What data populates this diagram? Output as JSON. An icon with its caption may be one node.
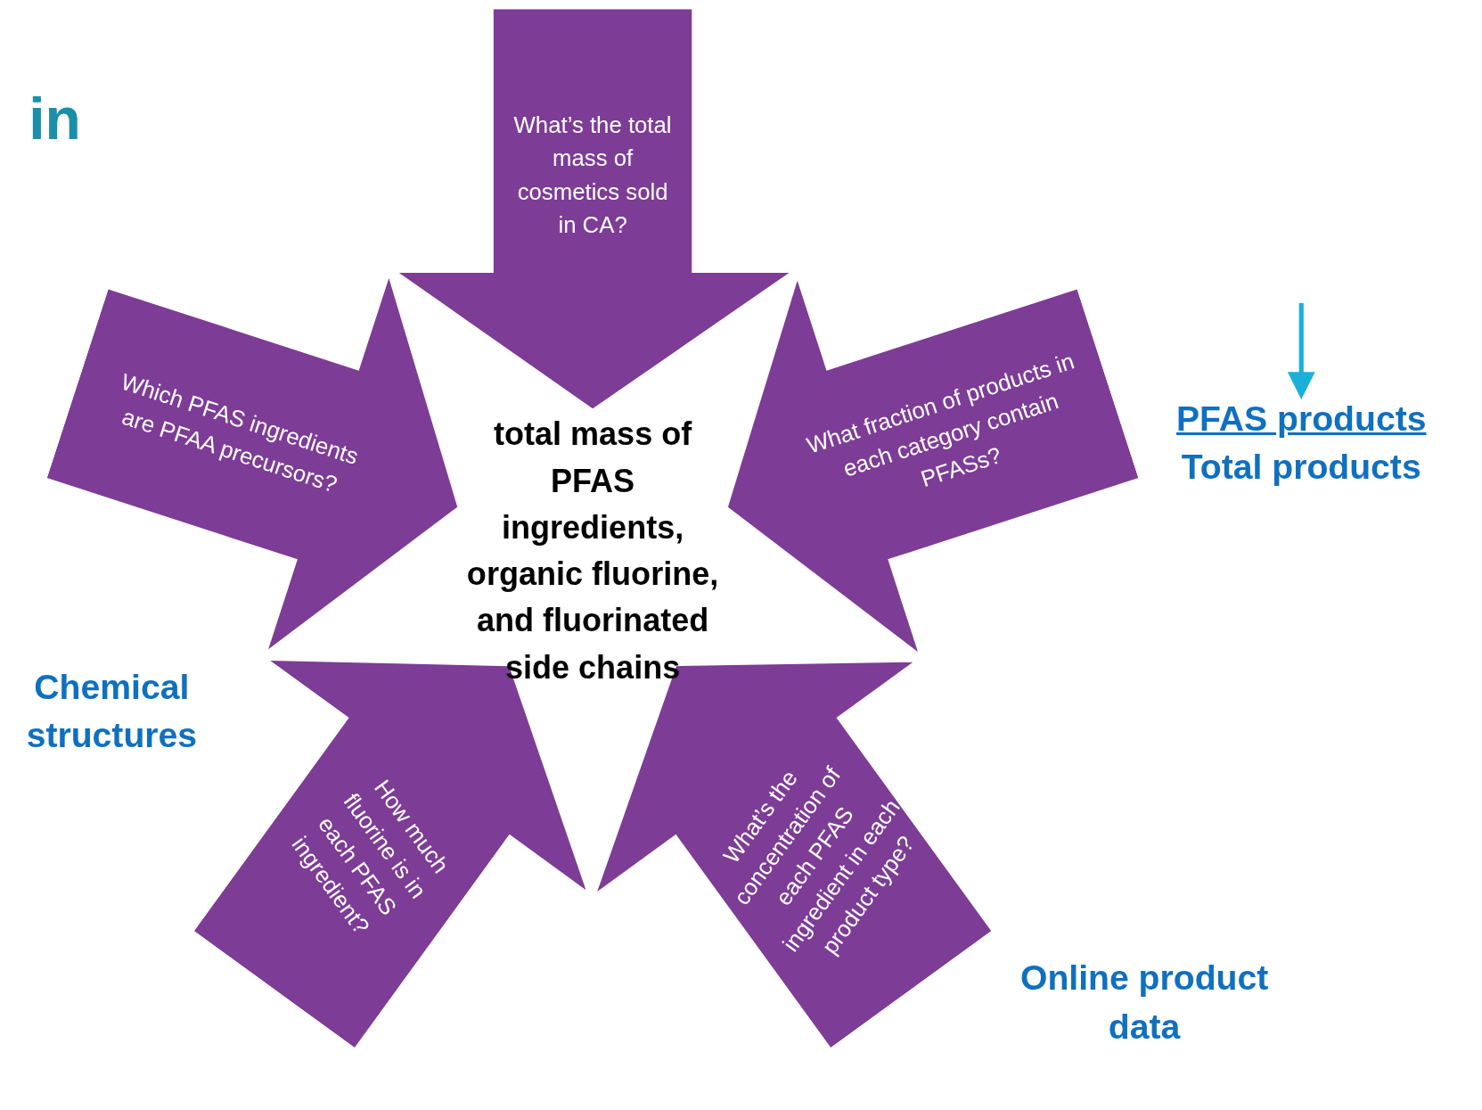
{
  "diagram": {
    "nodes": [
      {
        "text": [
          "What’s the total mass of cosmetics sold in CA?"
        ]
      },
      {
        "text": [
          "What fraction of products in each category contain PFASs?"
        ]
      },
      {
        "text": [
          "What’s the concentration of each PFAS ingredient in each product type?"
        ]
      },
      {
        "text": [
          "How much fluorine is in each PFAS ingredient?"
        ]
      },
      {
        "text": [
          "Which PFAS ingredients are PFAA precursors?"
        ]
      },
      {
        "text": [
          "total mass of PFAS ingredients, organic fluorine, and fluorinated side chains"
        ]
      },
      {
        "text": [
          "PFAS products",
          "Total products"
        ]
      }
    ],
    "edges": [
      {
        "from": null,
        "to": 6,
        "arrow": "to"
      }
    ],
    "labels": [
      "in",
      "Chemical structures",
      "Online product data"
    ]
  }
}
